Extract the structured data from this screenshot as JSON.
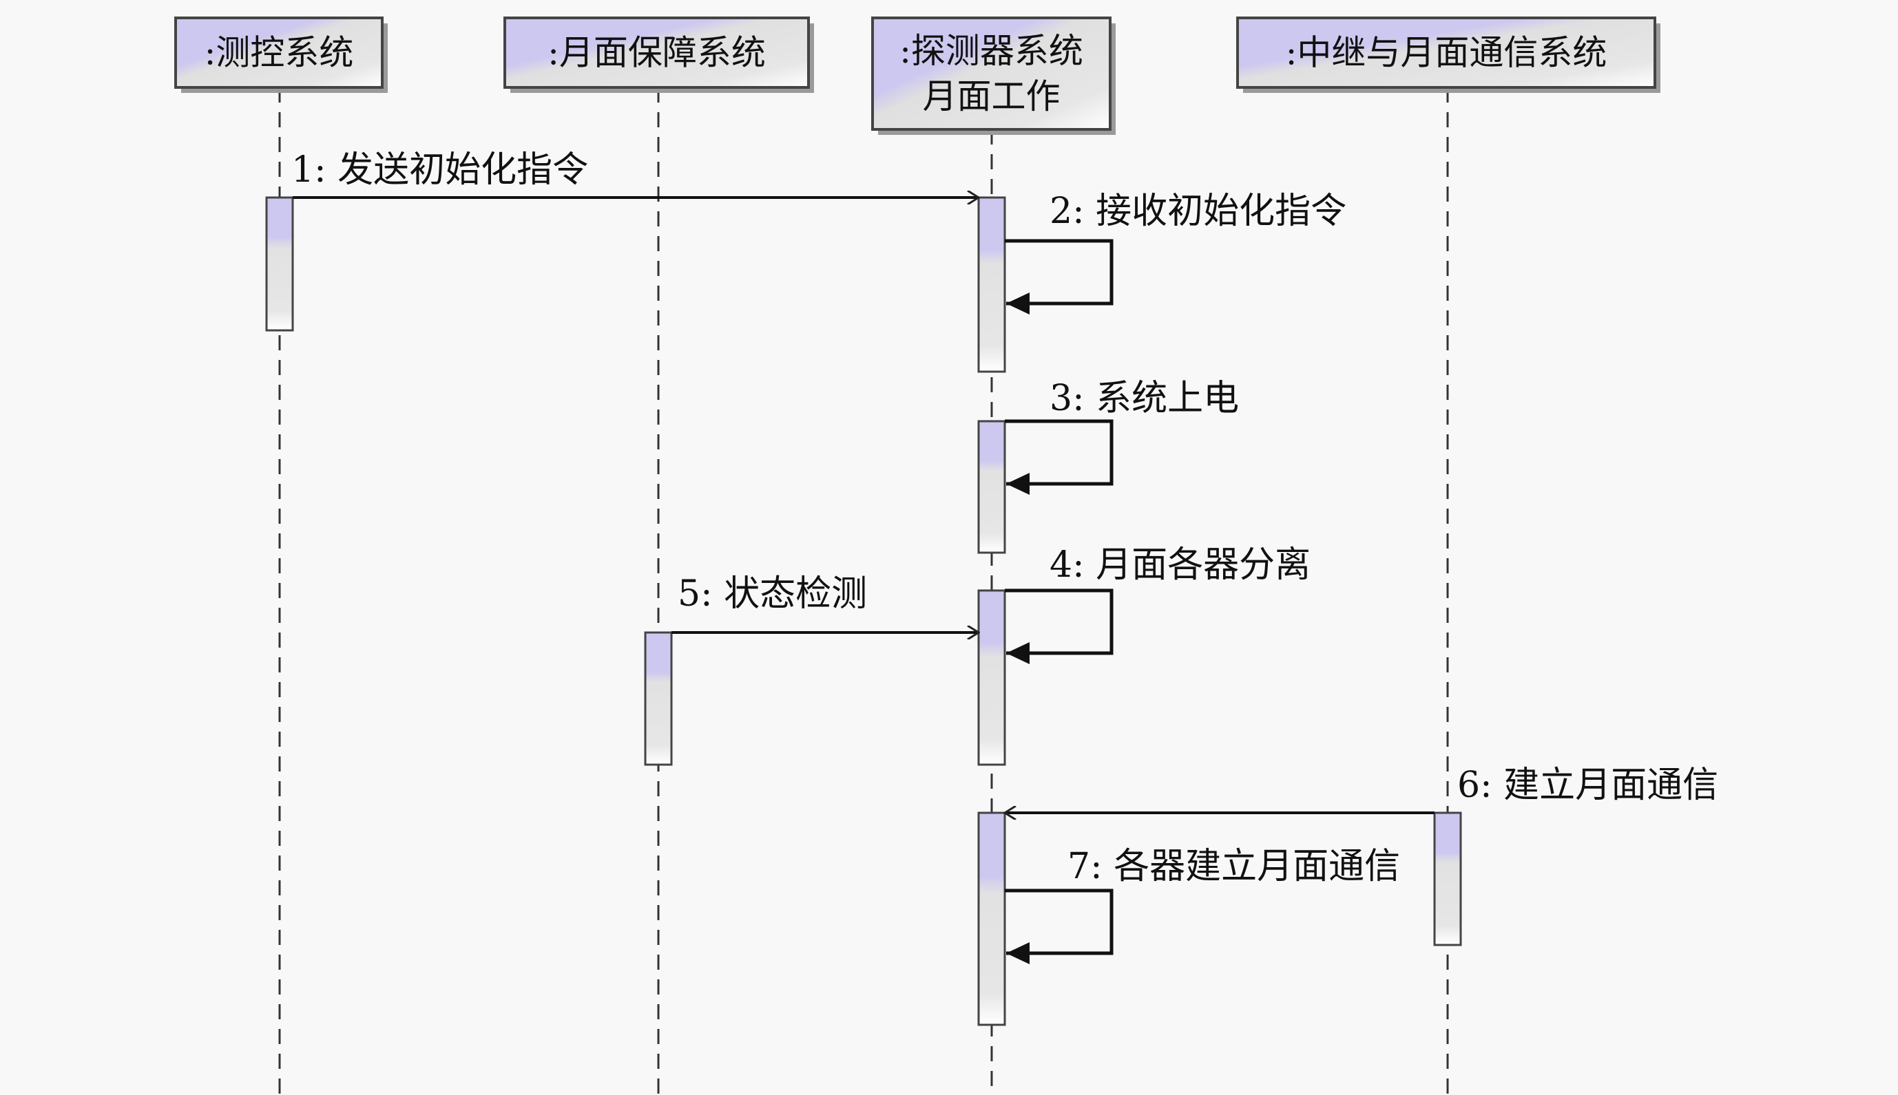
{
  "diagram": {
    "type": "uml-sequence",
    "colors": {
      "background": "#f8f8f8",
      "lavender": "#cdc8ef",
      "grey": "#e2e2e2",
      "white": "#ffffff",
      "line": "#222222",
      "shadow": "#9a9a9a"
    },
    "lifelines": [
      {
        "id": "ll1",
        "name": ":测控系统",
        "lines": [
          ":测控系统"
        ]
      },
      {
        "id": "ll2",
        "name": ":月面保障系统",
        "lines": [
          ":月面保障系统"
        ]
      },
      {
        "id": "ll3",
        "name": ":探测器系统月面工作",
        "lines": [
          ":探测器系统",
          "月面工作"
        ]
      },
      {
        "id": "ll4",
        "name": ":中继与月面通信系统",
        "lines": [
          ":中继与月面通信系统"
        ]
      }
    ],
    "messages": [
      {
        "seq": 1,
        "label": "1: 发送初始化指令",
        "from": "ll1",
        "to": "ll3",
        "kind": "async"
      },
      {
        "seq": 2,
        "label": "2: 接收初始化指令",
        "from": "ll3",
        "to": "ll3",
        "kind": "self"
      },
      {
        "seq": 3,
        "label": "3: 系统上电",
        "from": "ll3",
        "to": "ll3",
        "kind": "self"
      },
      {
        "seq": 4,
        "label": "4: 月面各器分离",
        "from": "ll3",
        "to": "ll3",
        "kind": "self"
      },
      {
        "seq": 5,
        "label": "5: 状态检测",
        "from": "ll2",
        "to": "ll3",
        "kind": "async"
      },
      {
        "seq": 6,
        "label": "6: 建立月面通信",
        "from": "ll4",
        "to": "ll3",
        "kind": "async"
      },
      {
        "seq": 7,
        "label": "7: 各器建立月面通信",
        "from": "ll3",
        "to": "ll3",
        "kind": "self"
      }
    ]
  }
}
